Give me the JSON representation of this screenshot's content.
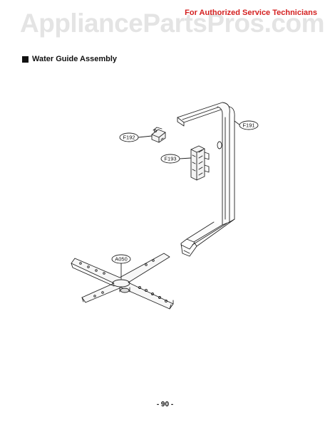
{
  "watermark": "AppliancePartsPros.com",
  "service_note": "For Authorized Service Technicians",
  "section_title": "Water Guide Assembly",
  "callouts": {
    "f191": "F191",
    "f192": "F192",
    "f193": "F193",
    "a050": "A050"
  },
  "page_number": "- 90 -"
}
